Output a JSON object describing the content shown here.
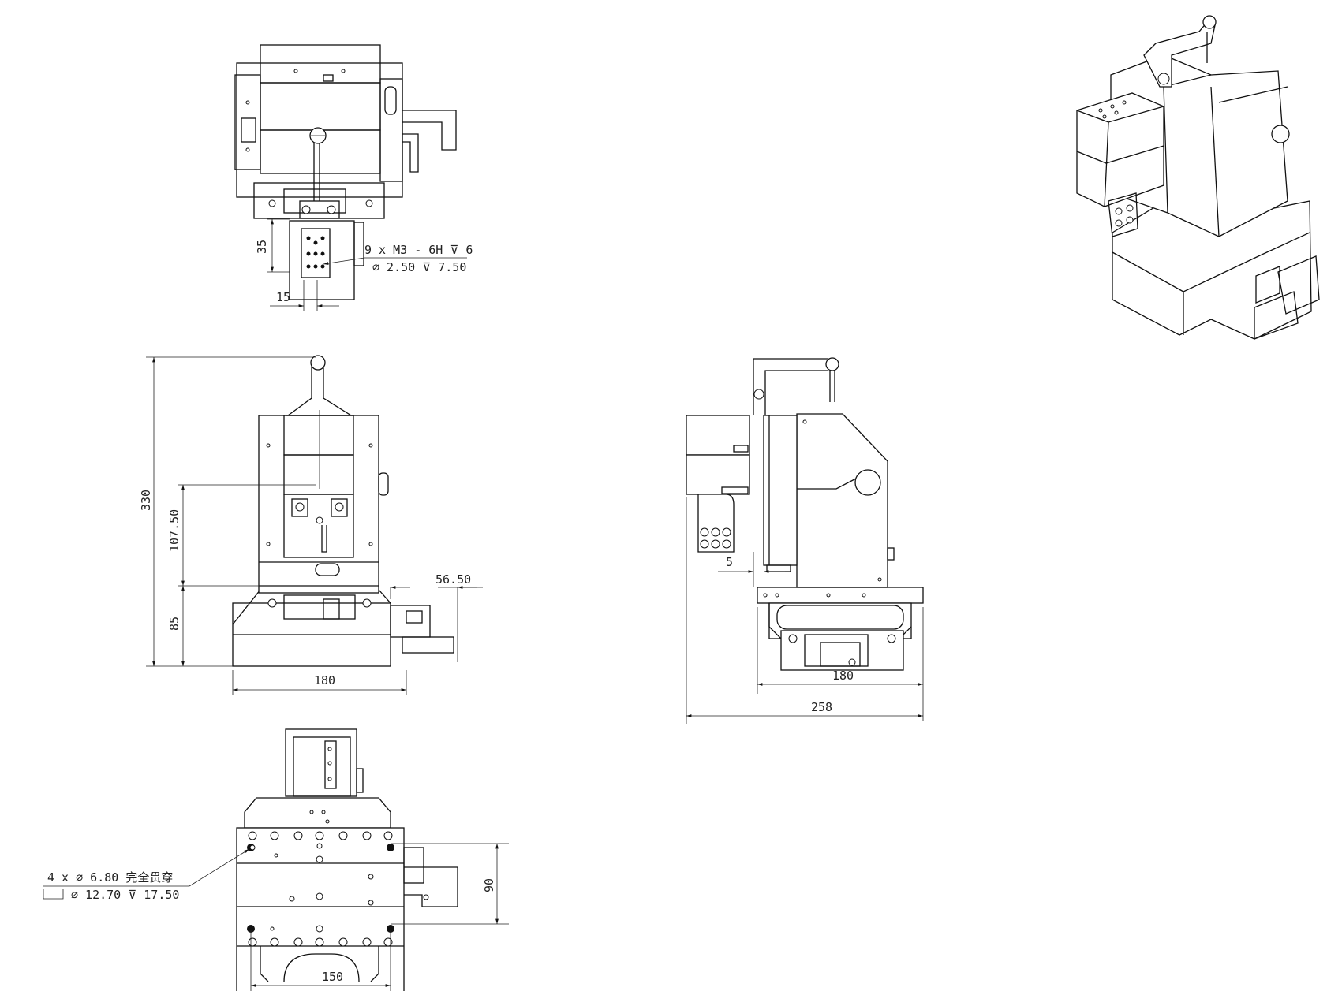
{
  "views": {
    "top": {
      "dimensions": {
        "d35": "35",
        "d15": "15"
      },
      "callout": {
        "line1": "9 x  M3 - 6H ⊽ 6",
        "line2": "⌀ 2.50 ⊽ 7.50"
      }
    },
    "front": {
      "dimensions": {
        "d330": "330",
        "d107": "107.50",
        "d85": "85",
        "d56": "56.50",
        "d180": "180"
      }
    },
    "side": {
      "dimensions": {
        "d5": "5",
        "d180": "180",
        "d258": "258"
      }
    },
    "bottom": {
      "dimensions": {
        "d90": "90",
        "d150": "150"
      },
      "callout": {
        "line1": "4 x  ⌀ 6.80 完全贯穿",
        "line2": "⌀ 12.70 ⊽ 17.50"
      }
    }
  },
  "colors": {
    "line": "#111111",
    "background": "#ffffff"
  }
}
